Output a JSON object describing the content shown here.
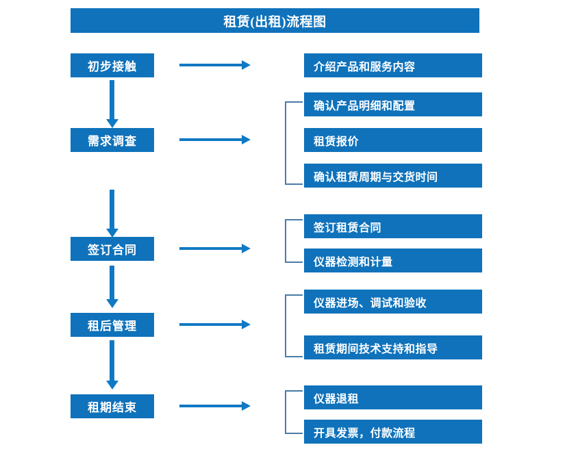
{
  "diagram": {
    "title": "租赁(出租)流程图",
    "colors": {
      "box_fill": "#0f72bb",
      "box_text": "#ffffff",
      "arrow": "#1079c4",
      "bracket": "#4a7ba8",
      "background": "#ffffff"
    },
    "stages": [
      {
        "label": "初步接触",
        "details": [
          "介绍产品和服务内容"
        ]
      },
      {
        "label": "需求调查",
        "details": [
          "确认产品明细和配置",
          "租赁报价",
          "确认租赁周期与交货时间"
        ]
      },
      {
        "label": "签订合同",
        "details": [
          "签订租赁合同",
          "仪器检测和计量"
        ]
      },
      {
        "label": "租后管理",
        "details": [
          "仪器进场、调试和验收",
          "租赁期间技术支持和指导"
        ]
      },
      {
        "label": "租期结束",
        "details": [
          "仪器退租",
          "开具发票，付款流程"
        ]
      }
    ]
  }
}
